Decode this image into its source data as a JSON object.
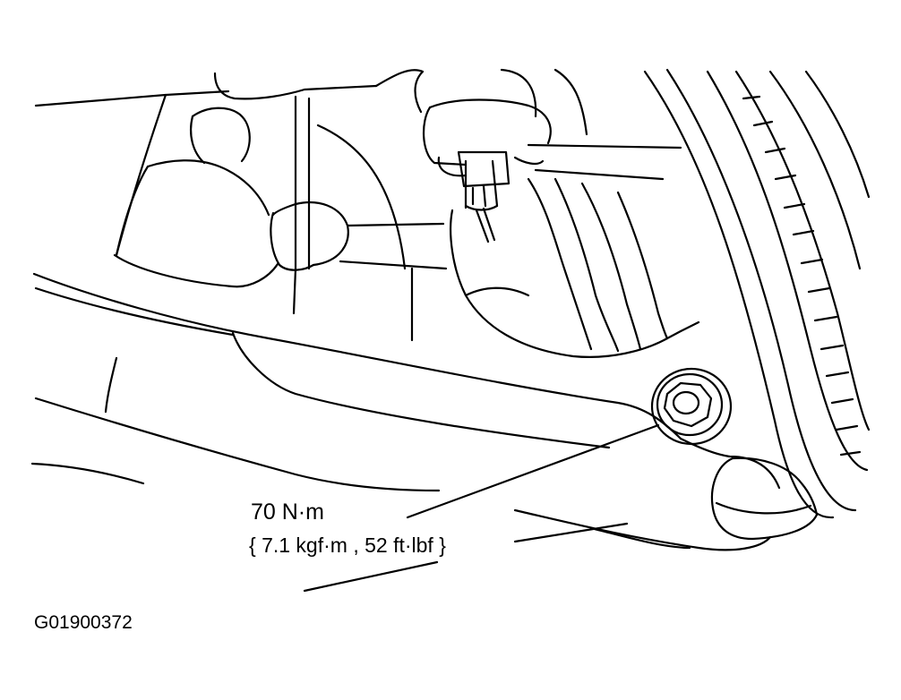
{
  "callout": {
    "torque_nm": "70 N·m",
    "torque_alt": "{ 7.1 kgf·m , 52 ft·lbf }"
  },
  "figure": {
    "code": "G01900372"
  },
  "colors": {
    "line": "#000000",
    "background": "#ffffff"
  }
}
